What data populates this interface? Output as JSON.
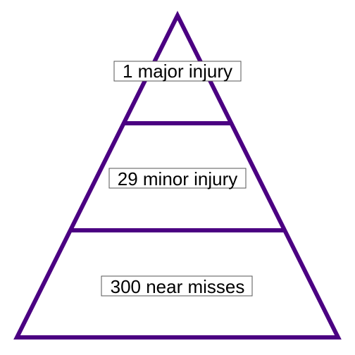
{
  "diagram": {
    "type": "pyramid",
    "line_color": "#4b0082",
    "tiers": [
      {
        "label": "1 major injury",
        "count": 1
      },
      {
        "label": "29 minor injury",
        "count": 29
      },
      {
        "label": "300 near misses",
        "count": 300
      }
    ]
  }
}
